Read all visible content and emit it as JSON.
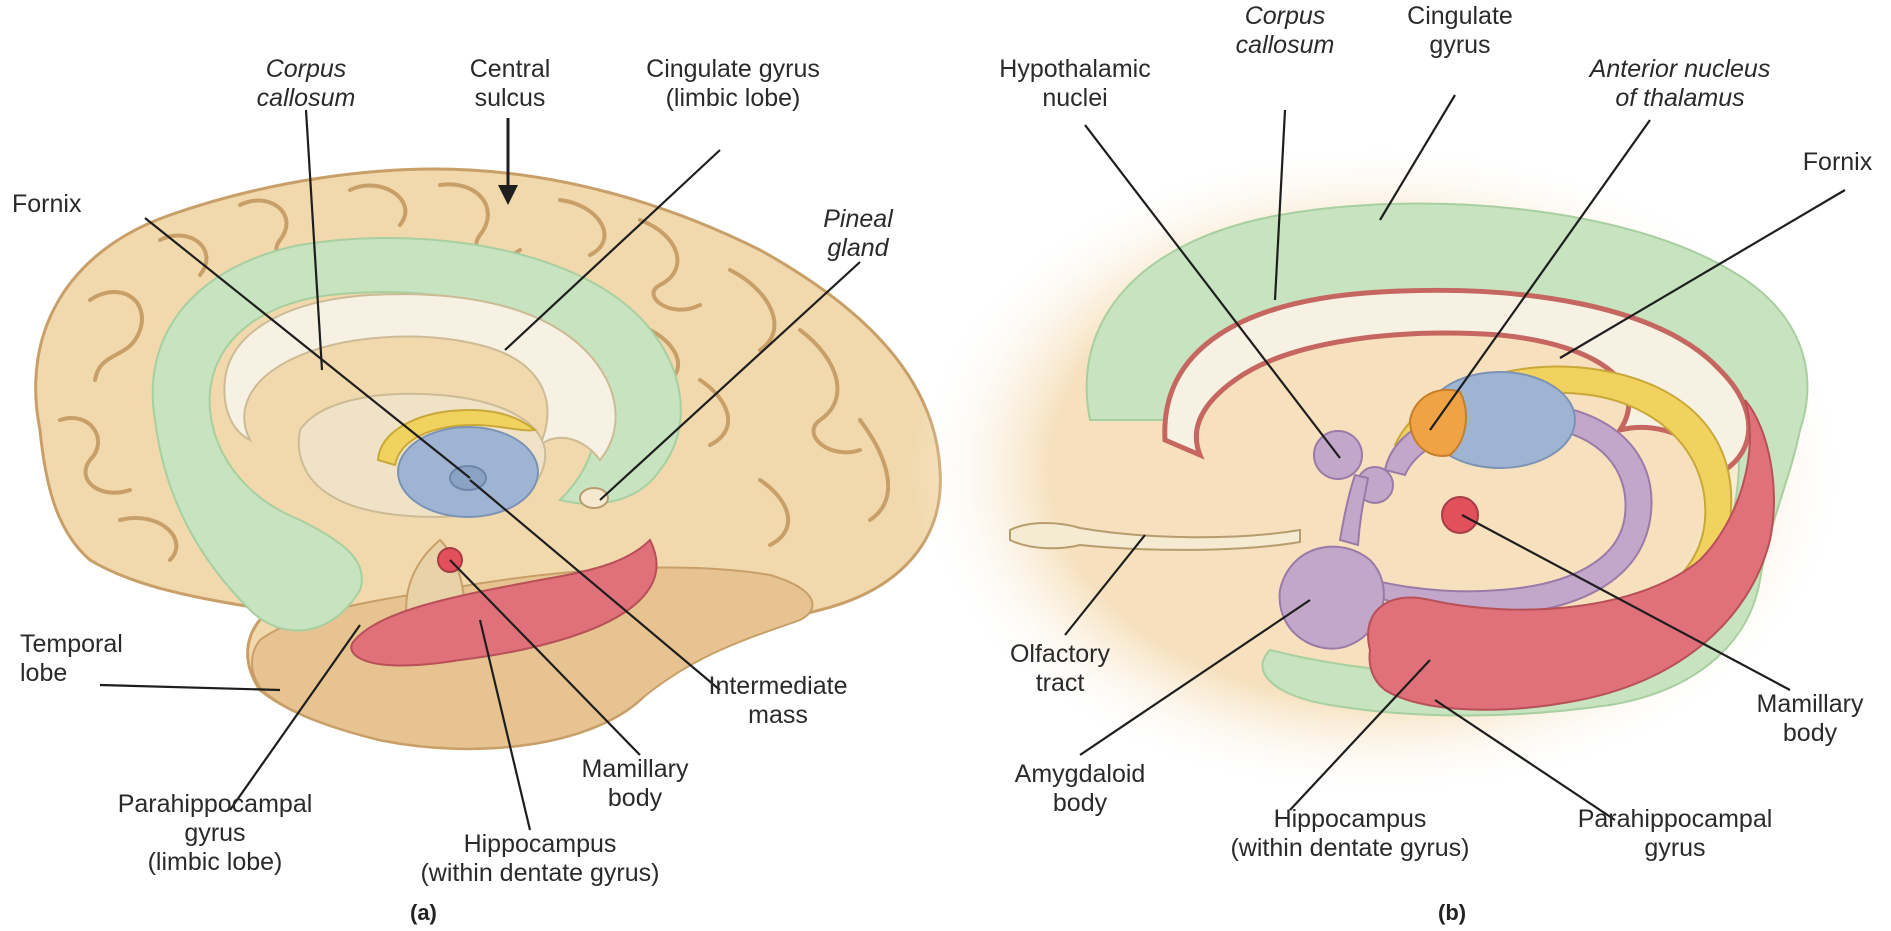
{
  "panel_a": {
    "tag": "(a)",
    "labels": {
      "corpus_callosum": "Corpus\ncallosum",
      "central_sulcus": "Central\nsulcus",
      "cingulate_gyrus": "Cingulate gyrus\n(limbic lobe)",
      "fornix": "Fornix",
      "pineal_gland": "Pineal\ngland",
      "temporal_lobe": "Temporal\nlobe",
      "intermediate_mass": "Intermediate\nmass",
      "mamillary_body": "Mamillary\nbody",
      "parahippocampal_gyrus": "Parahippocampal\ngyrus\n(limbic lobe)",
      "hippocampus": "Hippocampus\n(within dentate gyrus)"
    }
  },
  "panel_b": {
    "tag": "(b)",
    "labels": {
      "corpus_callosum": "Corpus\ncallosum",
      "cingulate_gyrus": "Cingulate\ngyrus",
      "hypothalamic_nuclei": "Hypothalamic\nnuclei",
      "anterior_nucleus": "Anterior nucleus\nof thalamus",
      "fornix": "Fornix",
      "olfactory_tract": "Olfactory\ntract",
      "mamillary_body": "Mamillary\nbody",
      "amygdaloid_body": "Amygdaloid\nbody",
      "hippocampus": "Hippocampus\n(within dentate gyrus)",
      "parahippocampal_gyrus": "Parahippocampal\ngyrus"
    }
  },
  "colors": {
    "cortex": "#f1d9ad",
    "cortex_shadow": "#d2ae78",
    "limbic_green": "#c7e3bf",
    "corpus_callosum": "#f7f1e3",
    "fornix": "#f2d25e",
    "thalamus": "#9fb4d2",
    "hippocampus": "#e0707a",
    "mamillary": "#e2505c",
    "amygdala": "#c3a7cb",
    "anterior_nucleus": "#f0a345",
    "leader_line": "#1e1e1e"
  }
}
